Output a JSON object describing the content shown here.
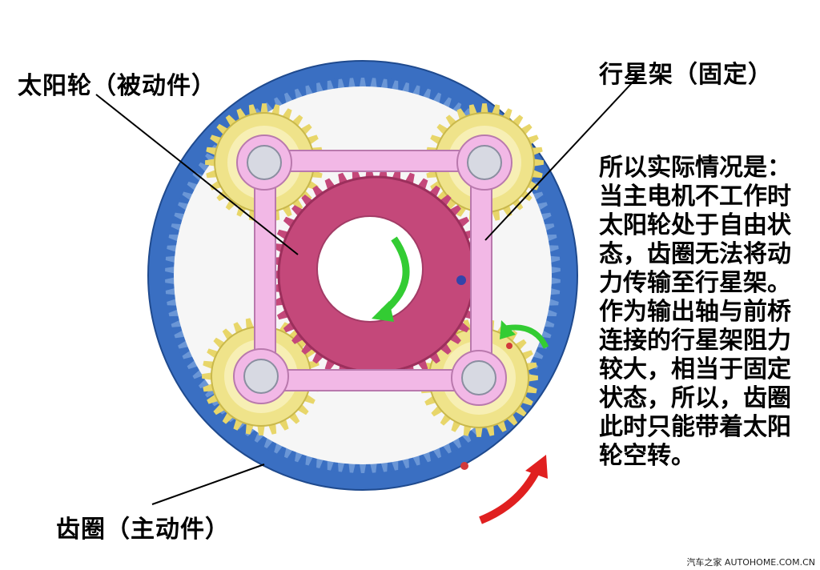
{
  "labels": {
    "sun_gear": "太阳轮（被动件）",
    "carrier": "行星架（固定）",
    "ring_gear": "齿圈（主动件）"
  },
  "explanation": [
    "所以实际情况是：",
    "当主电机不工作时",
    "太阳轮处于自由状",
    "态，齿圈无法将动",
    "力传输至行星架。",
    "作为输出轴与前桥",
    "连接的行星架阻力",
    "较大，相当于固定",
    "状态，所以，齿圈",
    "此时只能带着太阳",
    "轮空转。"
  ],
  "watermark": "汽车之家 AUTOHOME.COM.CN",
  "colors": {
    "ring": "#3a6fc2",
    "sun": "#c4487a",
    "planet": "#efe38a",
    "carrier": "#f2b8e6",
    "arrow_green": "#33cc33",
    "arrow_red": "#e02020"
  }
}
